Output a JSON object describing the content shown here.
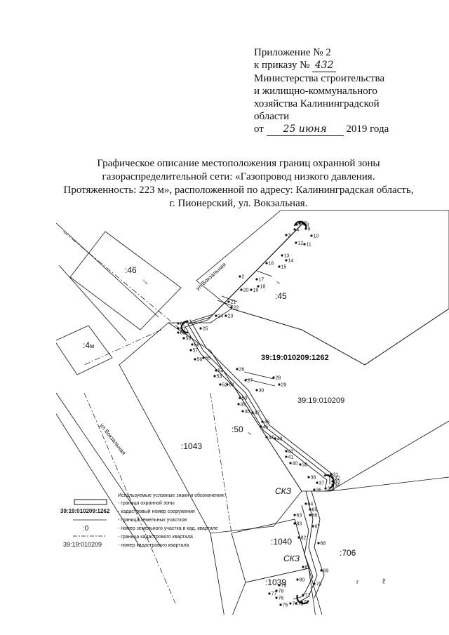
{
  "header": {
    "line1": "Приложение № 2",
    "line2_prefix": "к приказу №",
    "order_number": "432",
    "line3": "Министерства строительства",
    "line4": "и жилищно-коммунального",
    "line5": "хозяйства Калининградской",
    "line6": "области",
    "date_prefix": "от",
    "date_hand": "25 июня",
    "date_suffix": "2019 года"
  },
  "title": {
    "line1": "Графическое описание местоположения границ охранной зоны",
    "line2": "газораспределительной сети: «Газопровод низкого давления.",
    "line3": "Протяженность: 223 м», расположенной по адресу: Калининградская область,",
    "line4": "г. Пионерский, ул. Вокзальная."
  },
  "map": {
    "street_labels": [
      "ул Вокзальная",
      "ул Вокзальная"
    ],
    "parcels": [
      ":46",
      ":4",
      ":45",
      ":50",
      ":1043",
      ":1040",
      ":1039",
      ":706"
    ],
    "parcel_extra": [
      "м",
      "2 нж",
      "нж",
      "нж",
      "нж",
      "нж"
    ],
    "cadastral_numbers": [
      "39:19:010209:1262",
      "39:19:010209"
    ],
    "skz_labels": [
      "СКЗ",
      "СКЗ"
    ],
    "point_labels": [
      "1",
      "2",
      "3",
      "4",
      "5",
      "6",
      "7",
      "8",
      "9",
      "10",
      "11",
      "12",
      "13",
      "14",
      "15",
      "16",
      "17",
      "18",
      "19",
      "20",
      "21",
      "22",
      "23",
      "24",
      "25",
      "26",
      "27",
      "28",
      "29",
      "30",
      "31",
      "32",
      "33",
      "34",
      "35",
      "36",
      "37",
      "38",
      "39",
      "40",
      "41",
      "42",
      "43",
      "44",
      "45",
      "46",
      "47",
      "48",
      "49",
      "50",
      "51",
      "52",
      "53",
      "54",
      "55",
      "56",
      "57",
      "58",
      "59",
      "60",
      "61",
      "62",
      "63",
      "64",
      "65",
      "66",
      "67",
      "68",
      "69",
      "70",
      "71",
      "72",
      "73",
      "74",
      "75",
      "76",
      "77",
      "78",
      "79",
      "80",
      "81",
      "82",
      "83"
    ]
  },
  "legend": {
    "title": "Используемые условные знаки и обозначения:",
    "items": [
      {
        "symbol": "",
        "text": "- граница охранной зоны"
      },
      {
        "symbol": "39:19:010209:1262",
        "text": "- кадастровый номер сооружения"
      },
      {
        "symbol": "",
        "text": "- граница земельных участков"
      },
      {
        "symbol": ":0",
        "text": "- номер земельного участка в кад. квартале"
      },
      {
        "symbol": "",
        "text": "- граница кадастрового квартала"
      },
      {
        "symbol": "39:19:010209",
        "text": "- номер кадастрового квартала"
      }
    ]
  }
}
